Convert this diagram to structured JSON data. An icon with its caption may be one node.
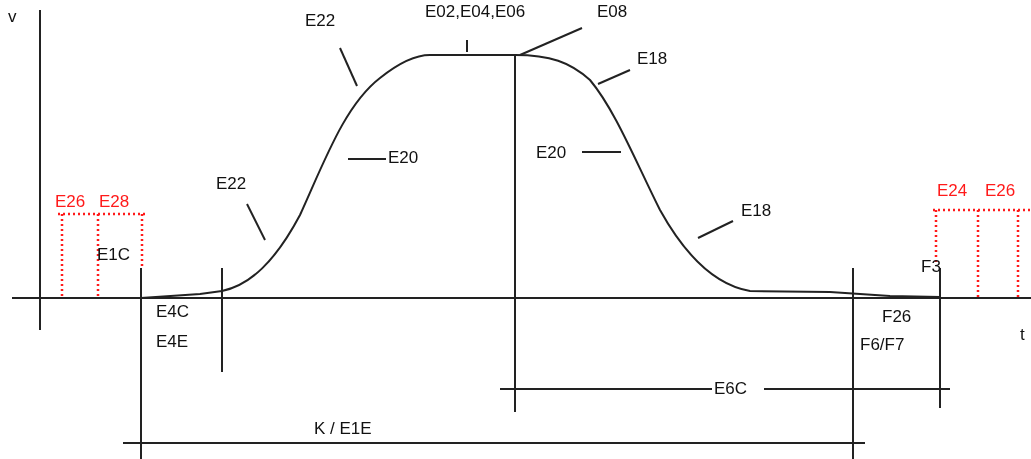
{
  "diagram": {
    "nodes": [
      {
        "text": [
          "E22"
        ]
      },
      {
        "text": [
          "E02,E04,E06"
        ]
      },
      {
        "text": [
          "E08"
        ]
      },
      {
        "text": [
          "E18"
        ]
      },
      {
        "text": [
          "E20"
        ]
      },
      {
        "text": [
          "E20"
        ]
      },
      {
        "text": [
          "E22"
        ]
      },
      {
        "text": [
          "E18"
        ]
      }
    ],
    "edges": [
      {
        "from": 0,
        "to": null,
        "arrow": "none"
      },
      {
        "from": 1,
        "to": null,
        "arrow": "none"
      },
      {
        "from": 2,
        "to": null,
        "arrow": "none"
      },
      {
        "from": 3,
        "to": null,
        "arrow": "none"
      },
      {
        "from": 4,
        "to": null,
        "arrow": "none"
      },
      {
        "from": 5,
        "to": null,
        "arrow": "none"
      },
      {
        "from": 6,
        "to": null,
        "arrow": "none"
      },
      {
        "from": 7,
        "to": null,
        "arrow": "none"
      }
    ],
    "labels": [
      "v",
      "E26",
      "E28",
      "E1C",
      "F3",
      "E24",
      "E26",
      "E4C",
      "E4E",
      "F26",
      "F6/F7",
      "t",
      "E6C",
      "K / E1E"
    ]
  }
}
